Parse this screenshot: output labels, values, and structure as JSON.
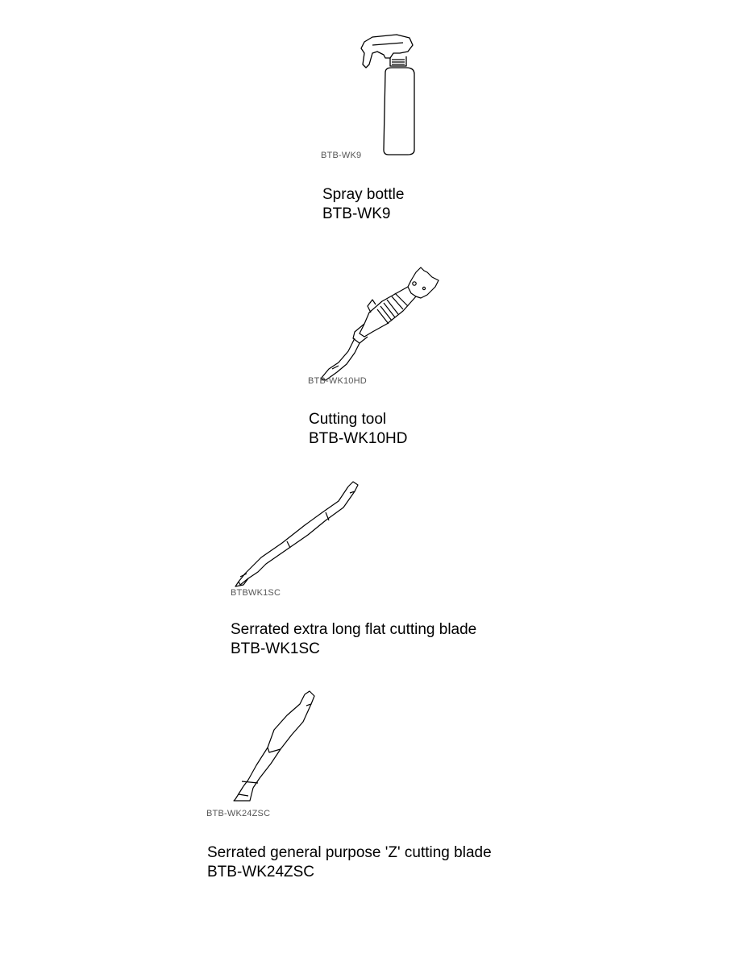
{
  "items": [
    {
      "figure_label": "BTB-WK9",
      "name": "Spray bottle",
      "part_number": "BTB-WK9",
      "icon": "spray-bottle-icon"
    },
    {
      "figure_label": "BTB-WK10HD",
      "name": "Cutting tool",
      "part_number": "BTB-WK10HD",
      "icon": "cutting-tool-icon"
    },
    {
      "figure_label": "BTBWK1SC",
      "name": "Serrated extra long flat cutting blade",
      "part_number": "BTB-WK1SC",
      "icon": "flat-cutting-blade-icon"
    },
    {
      "figure_label": "BTB-WK24ZSC",
      "name": "Serrated general purpose 'Z' cutting blade",
      "part_number": "BTB-WK24ZSC",
      "icon": "z-cutting-blade-icon"
    }
  ]
}
